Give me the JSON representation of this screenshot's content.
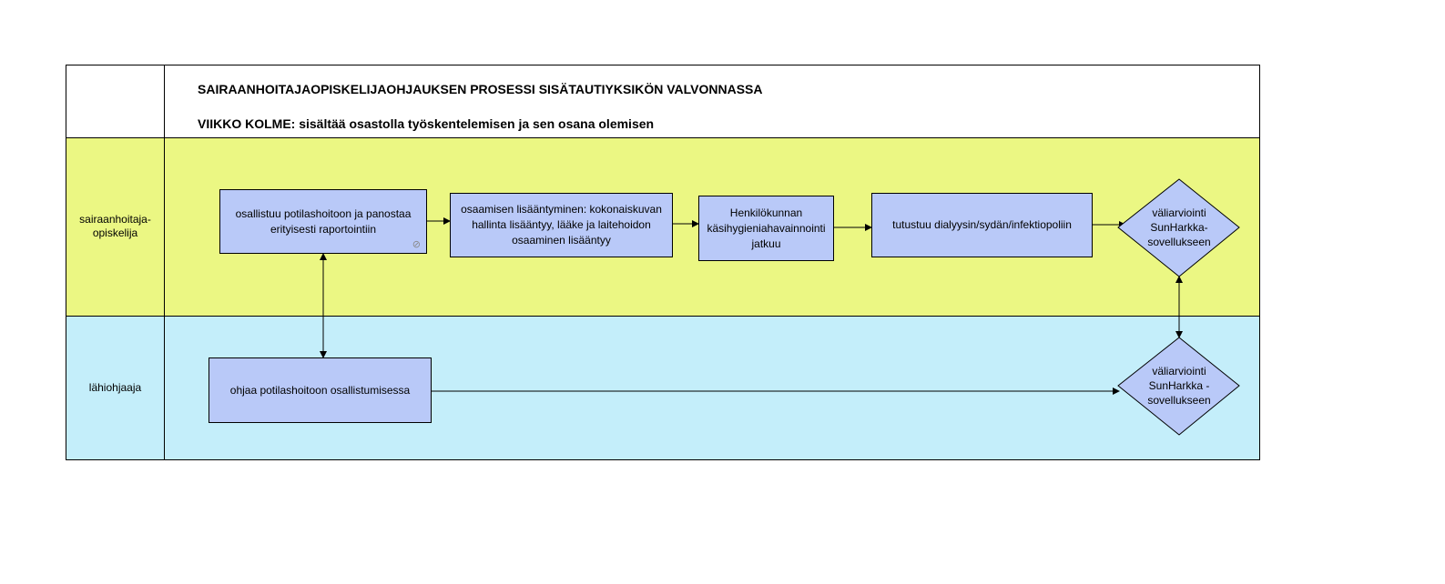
{
  "header": {
    "title": "SAIRAANHOITAJAOPISKELIJAOHJAUKSEN PROSESSI SISÄTAUTIYKSIKÖN VALVONNASSA",
    "subtitle": "VIIKKO KOLME: sisältää osastolla työskentelemisen ja sen osana olemisen"
  },
  "lanes": [
    {
      "label_line1": "sairaanhoitaja-",
      "label_line2": "opiskelija",
      "color": "#ebf783"
    },
    {
      "label": "lähiohjaaja",
      "color": "#c4eefa"
    }
  ],
  "nodes": {
    "participates": "osallistuu potilashoitoon ja panostaa erityisesti raportointiin",
    "competence": "osaamisen lisääntyminen: kokonaiskuvan hallinta lisääntyy, lääke ja laitehoidon osaaminen lisääntyy",
    "hygiene": "Henkilökunnan käsihygieniahavainnointi jatkuu",
    "dialysis": "tutustuu dialyysin/sydän/infektiopoliin",
    "eval_student_1": "väliarviointi",
    "eval_student_2": "SunHarkka-",
    "eval_student_3": "sovellukseen",
    "guides": "ohjaa potilashoitoon osallistumisessa",
    "eval_mentor_1": "väliarviointi",
    "eval_mentor_2": "SunHarkka -",
    "eval_mentor_3": "sovellukseen"
  },
  "colors": {
    "box_fill": "#b9c9f8",
    "stroke": "#000000"
  },
  "icons": {
    "participates_link": "link-icon"
  }
}
